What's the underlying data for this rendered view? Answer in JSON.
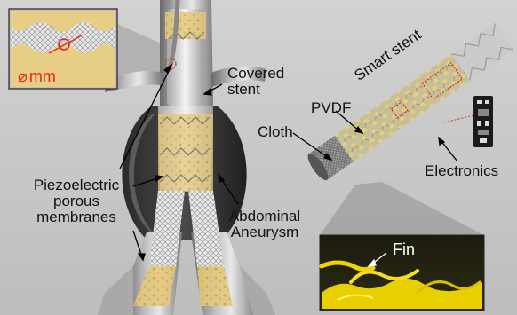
{
  "labels": {
    "covered_stent": [
      "Covered",
      "stent"
    ],
    "piezo": [
      "Piezoelectric",
      "porous",
      "membranes"
    ],
    "abdominal": [
      "Abdominal",
      "Aneurysm"
    ],
    "smart_stent": "Smart stent",
    "pvdf": "PVDF",
    "cloth": "Cloth",
    "electronics": "Electronics",
    "fin": "Fin",
    "scale": "mm",
    "scale_symbol": "⌀"
  },
  "colors": {
    "background": "#c8c8c8",
    "membrane_gold": "#e0c473",
    "annotation_red": "#e0281e",
    "vessel_gray": "#9a9a9a",
    "micrograph_yellow": "#f0d400"
  }
}
